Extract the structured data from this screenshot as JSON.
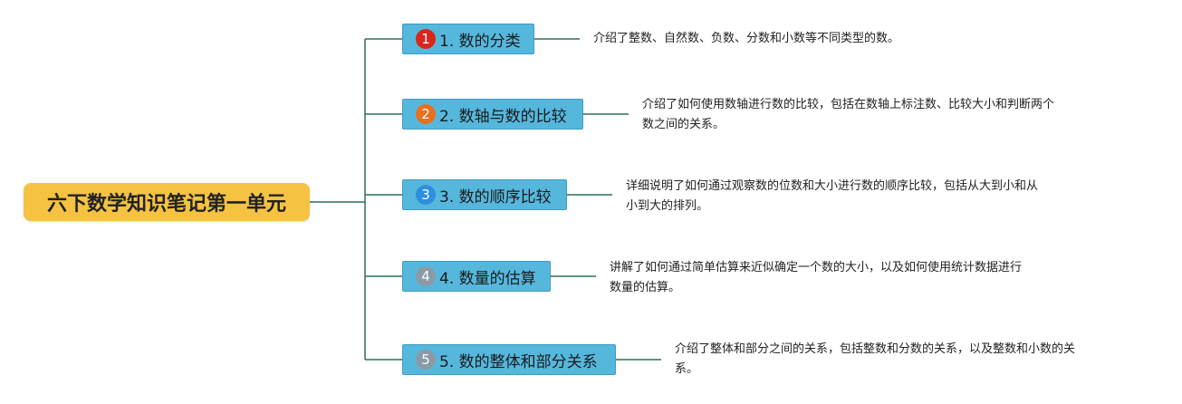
{
  "root": {
    "title": "六下数学知识笔记第一单元"
  },
  "branches": [
    {
      "number": "1",
      "label": "1. 数的分类",
      "badge_color": "#d9261c",
      "desc_lines": [
        "介绍了整数、自然数、负数、分数和小数等不同类型的数。"
      ]
    },
    {
      "number": "2",
      "label": "2. 数轴与数的比较",
      "badge_color": "#e8701f",
      "desc_lines": [
        "介绍了如何使用数轴进行数的比较，包括在数轴上标注数、比较大小和判断两个",
        "数之间的关系。"
      ]
    },
    {
      "number": "3",
      "label": "3. 数的顺序比较",
      "badge_color": "#2d8fe0",
      "desc_lines": [
        "详细说明了如何通过观察数的位数和大小进行数的顺序比较，包括从大到小和从",
        "小到大的排列。"
      ]
    },
    {
      "number": "4",
      "label": "4. 数量的估算",
      "badge_color": "#8a9aa6",
      "desc_lines": [
        "讲解了如何通过简单估算来近似确定一个数的大小，以及如何使用统计数据进行",
        "数量的估算。"
      ]
    },
    {
      "number": "5",
      "label": "5. 数的整体和部分关系",
      "badge_color": "#8a9aa6",
      "desc_lines": [
        "介绍了整体和部分之间的关系，包括整数和分数的关系，以及整数和小数的关",
        "系。"
      ]
    }
  ],
  "colors": {
    "root_bg": "#f5c242",
    "branch_bg": "#56b7dd",
    "line": "#2f6f5c"
  }
}
